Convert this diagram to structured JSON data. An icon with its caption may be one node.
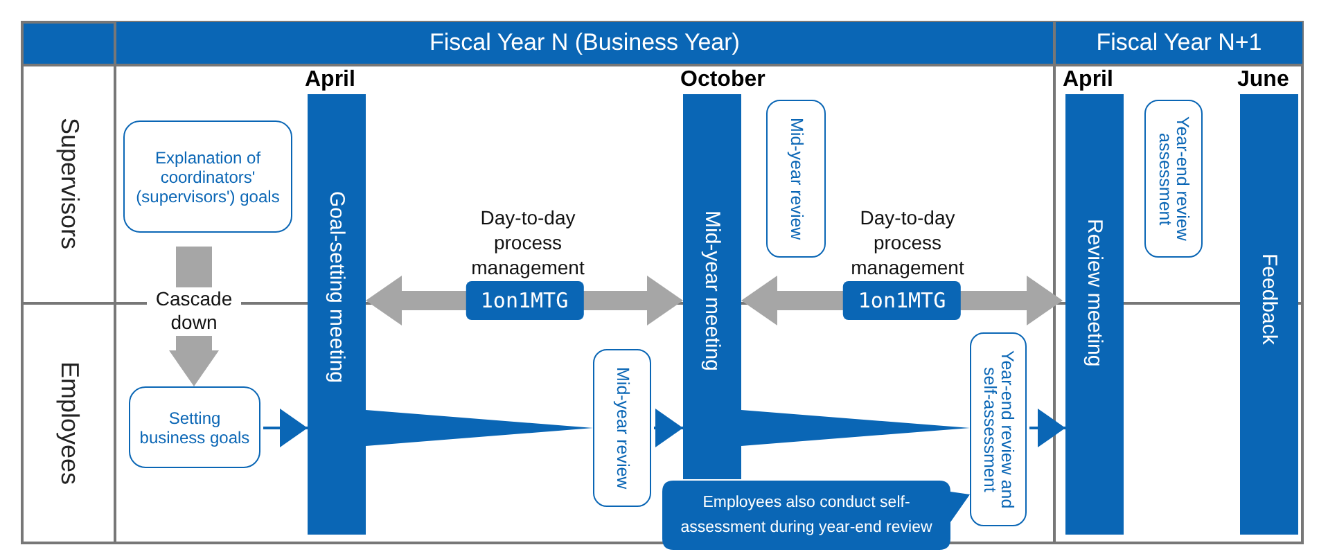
{
  "diagram": {
    "nodes": [
      {
        "text": [
          "Fiscal Year N (Business Year)"
        ]
      },
      {
        "text": [
          "Fiscal Year N+1"
        ]
      },
      {
        "text": [
          "Supervisors"
        ]
      },
      {
        "text": [
          "Employees"
        ]
      },
      {
        "text": [
          "Explanation of coordinators' (supervisors') goals"
        ]
      },
      {
        "text": [
          "Setting business goals"
        ]
      },
      {
        "text": [
          "Goal-setting meeting"
        ],
        "beside": [
          "April"
        ]
      },
      {
        "text": [
          "Mid-year review"
        ]
      },
      {
        "text": [
          "Mid-year meeting"
        ],
        "beside": [
          "October"
        ]
      },
      {
        "text": [
          "Mid-year review"
        ]
      },
      {
        "text": [
          "Year-end review and self-assessment"
        ]
      },
      {
        "text": [
          "Employees also conduct self-assessment during year-end review"
        ]
      },
      {
        "text": [
          "Review meeting"
        ],
        "beside": [
          "April"
        ]
      },
      {
        "text": [
          "Year-end review assessment"
        ]
      },
      {
        "text": [
          "Feedback"
        ],
        "beside": [
          "June"
        ]
      }
    ],
    "edges": [
      {
        "from": 4,
        "to": 5,
        "arrow": "to",
        "label": "Cascade down",
        "color": "#a6a6a6",
        "style": "thick"
      },
      {
        "from": 5,
        "to": 6,
        "arrow": "to",
        "color": "#0a66b5"
      },
      {
        "from": 6,
        "to": 7,
        "arrow": "to",
        "color": "#0a66b5"
      },
      {
        "from": 7,
        "to": 8,
        "arrow": "to",
        "color": "#0a66b5"
      },
      {
        "from": 8,
        "to": 10,
        "arrow": "to",
        "color": "#0a66b5"
      },
      {
        "from": 10,
        "to": 12,
        "arrow": "to",
        "color": "#0a66b5"
      },
      {
        "from": 6,
        "to": 8,
        "arrow": "both",
        "label": "1on1MTG",
        "color": "#a6a6a6",
        "style": "thick"
      },
      {
        "from": 8,
        "to": 12,
        "arrow": "both",
        "label": "1on1MTG",
        "color": "#a6a6a6",
        "style": "thick"
      }
    ],
    "labels": [
      "Day-to-day process management",
      "Day-to-day process management"
    ]
  }
}
